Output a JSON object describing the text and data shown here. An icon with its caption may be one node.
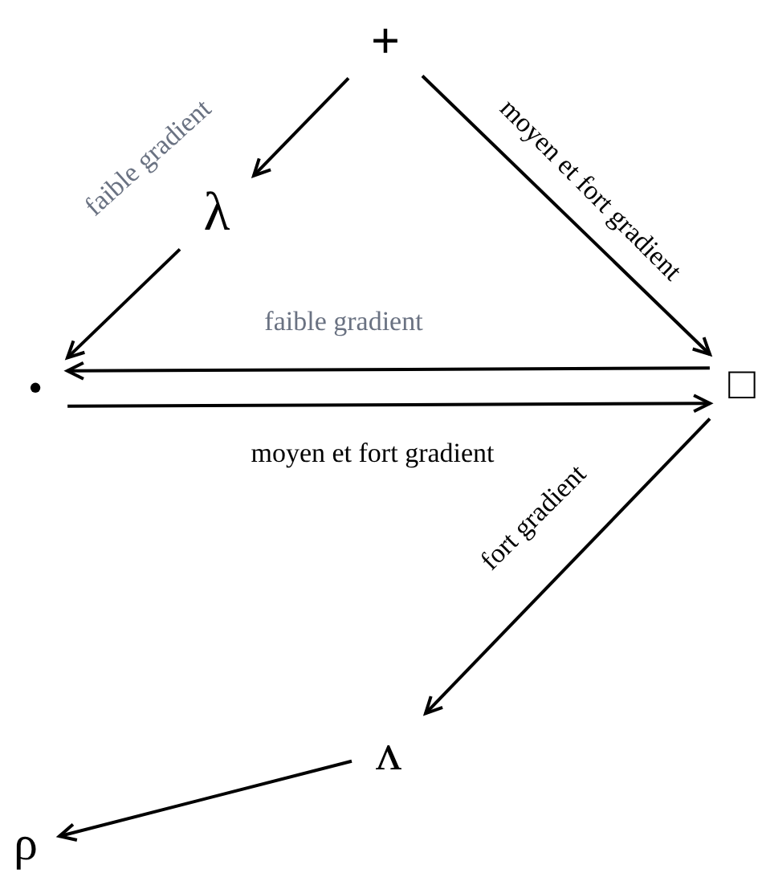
{
  "diagram": {
    "nodes": [
      {
        "text": [
          "+"
        ]
      },
      {
        "text": [
          "λ"
        ]
      },
      {
        "text": [
          "•"
        ]
      },
      {
        "text": [
          "□"
        ]
      },
      {
        "text": [
          "ʌ"
        ]
      },
      {
        "text": [
          "ρ"
        ]
      }
    ],
    "edges": [
      {
        "from": 0,
        "to": 1,
        "arrow": "to",
        "label": "faible gradient"
      },
      {
        "from": 1,
        "to": 2,
        "arrow": "to"
      },
      {
        "from": 0,
        "to": 3,
        "arrow": "to",
        "label": "moyen et fort gradient"
      },
      {
        "from": 3,
        "to": 2,
        "arrow": "to",
        "label": "faible gradient"
      },
      {
        "from": 2,
        "to": 3,
        "arrow": "to",
        "label": "moyen et fort gradient"
      },
      {
        "from": 3,
        "to": 4,
        "arrow": "to",
        "label": "fort gradient"
      },
      {
        "from": 4,
        "to": 5,
        "arrow": "to"
      }
    ]
  }
}
